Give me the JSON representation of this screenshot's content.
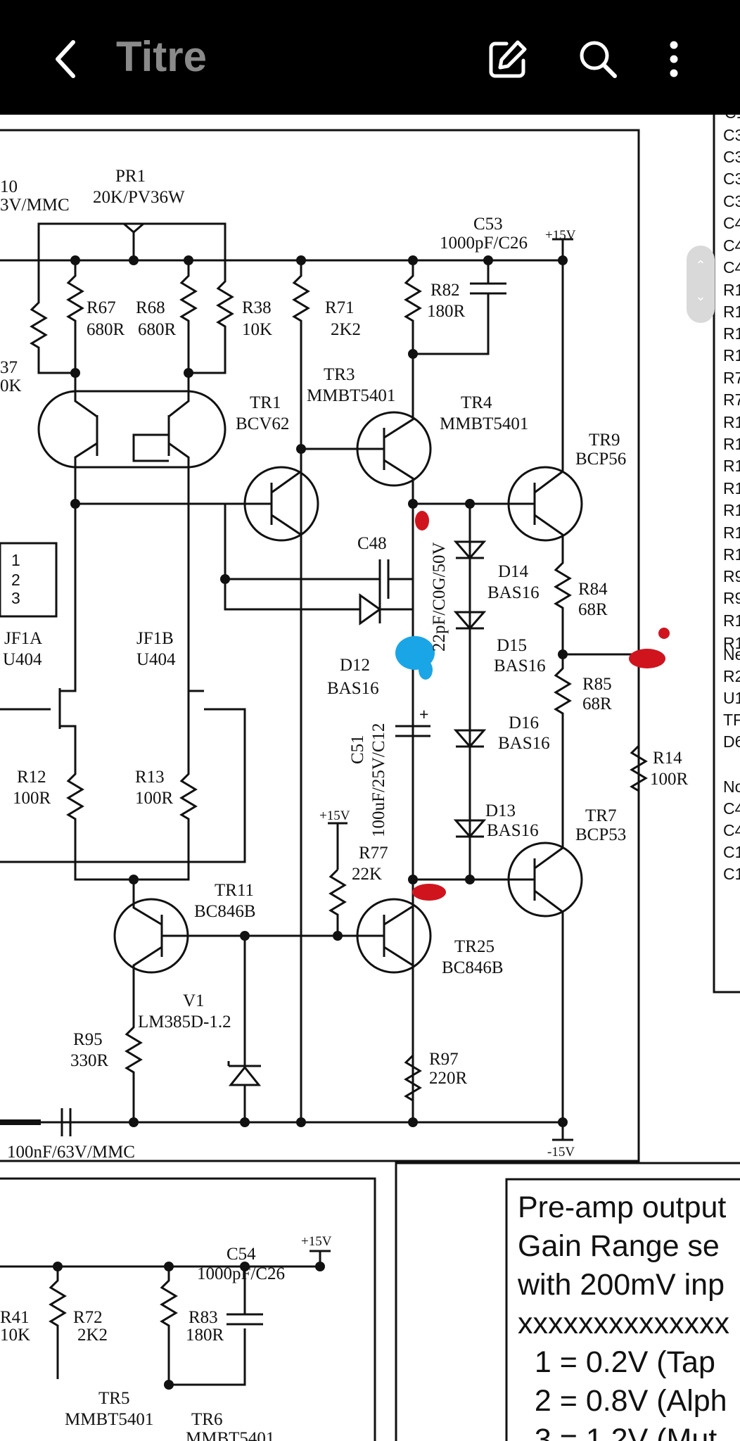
{
  "app": {
    "title": "Titre"
  },
  "toolbar": {
    "back_icon": "chevron-left-icon",
    "edit_icon": "edit-icon",
    "search_icon": "search-icon",
    "menu_icon": "more-vert-icon"
  },
  "colors": {
    "bar_background": "#000000",
    "title_color": "#8a8a8a",
    "red_mark": "#d0141e",
    "blue_mark": "#1aa6e6"
  },
  "schematic": {
    "components": {
      "c10_partial": [
        "10",
        "3V/MMC"
      ],
      "pr1": [
        "PR1",
        "20K/PV36W"
      ],
      "r37_partial": [
        "37",
        "0K"
      ],
      "r67": [
        "R67",
        "680R"
      ],
      "r68": [
        "R68",
        "680R"
      ],
      "r38": [
        "R38",
        "10K"
      ],
      "r71": [
        "R71",
        "2K2"
      ],
      "c53": [
        "C53",
        "1000pF/C26"
      ],
      "r82": [
        "R82",
        "180R"
      ],
      "tr3": [
        "TR3",
        "MMBT5401"
      ],
      "tr1": [
        "TR1",
        "BCV62"
      ],
      "tr4": [
        "TR4",
        "MMBT5401"
      ],
      "tr9": [
        "TR9",
        "BCP56"
      ],
      "c48": "C48",
      "c48_value": "22pF/C0G/50V",
      "d14": [
        "D14",
        "BAS16"
      ],
      "r84": [
        "R84",
        "68R"
      ],
      "d12": [
        "D12",
        "BAS16"
      ],
      "d15": [
        "D15",
        "BAS16"
      ],
      "r85": [
        "R85",
        "68R"
      ],
      "jf1a": [
        "JF1A",
        "U404"
      ],
      "jf1b": [
        "JF1B",
        "U404"
      ],
      "c51": "C51",
      "c51_value": "100uF/25V/C12",
      "d16": [
        "D16",
        "BAS16"
      ],
      "r14": [
        "R14",
        "100R"
      ],
      "r12": [
        "R12",
        "100R"
      ],
      "r13": [
        "R13",
        "100R"
      ],
      "d13": [
        "D13",
        "BAS16"
      ],
      "tr7": [
        "TR7",
        "BCP53"
      ],
      "r77": [
        "R77",
        "22K"
      ],
      "tr11": [
        "TR11",
        "BC846B"
      ],
      "tr25": [
        "TR25",
        "BC846B"
      ],
      "v1": [
        "V1",
        "LM385D-1.2"
      ],
      "r95": [
        "R95",
        "330R"
      ],
      "r97": [
        "R97",
        "220R"
      ],
      "c_bottom": "100nF/63V/MMC",
      "c54": [
        "C54",
        "1000pF/C26"
      ],
      "r41_partial": [
        "R41",
        "10K"
      ],
      "r72": [
        "R72",
        "2K2"
      ],
      "r83": [
        "R83",
        "180R"
      ],
      "tr5": [
        "TR5",
        "MMBT5401"
      ],
      "tr6": [
        "TR6",
        "MMBT5401"
      ]
    },
    "rails": {
      "pos_top": "+15V",
      "pos_mid": "+15V",
      "neg": "-15V",
      "pos_lower": "+15V"
    },
    "selector": [
      "1",
      "2",
      "3"
    ],
    "right_list": [
      "C3",
      "C3",
      "C3",
      "C3",
      "C4",
      "C4",
      "C4",
      "R1",
      "R1",
      "R1",
      "R1",
      "R7",
      "R7",
      "R1",
      "R1",
      "R1",
      "R1",
      "R1",
      "R1",
      "R1",
      "R9",
      "R9",
      "R1",
      "R1"
    ],
    "right_list_top_partial": "C1",
    "right_list_b": [
      "Ne",
      "R2",
      "U1",
      "TF",
      "D6"
    ],
    "right_list_c": [
      "No",
      "C4",
      "C4",
      "C1",
      "C1"
    ],
    "note": {
      "lines": [
        "Pre-amp output",
        "Gain Range se",
        "with 200mV inp",
        "xxxxxxxxxxxxxx",
        "  1 = 0.2V (Tap",
        "  2 = 0.8V (Alph",
        "  3 = 1.2V (Mut"
      ]
    }
  }
}
